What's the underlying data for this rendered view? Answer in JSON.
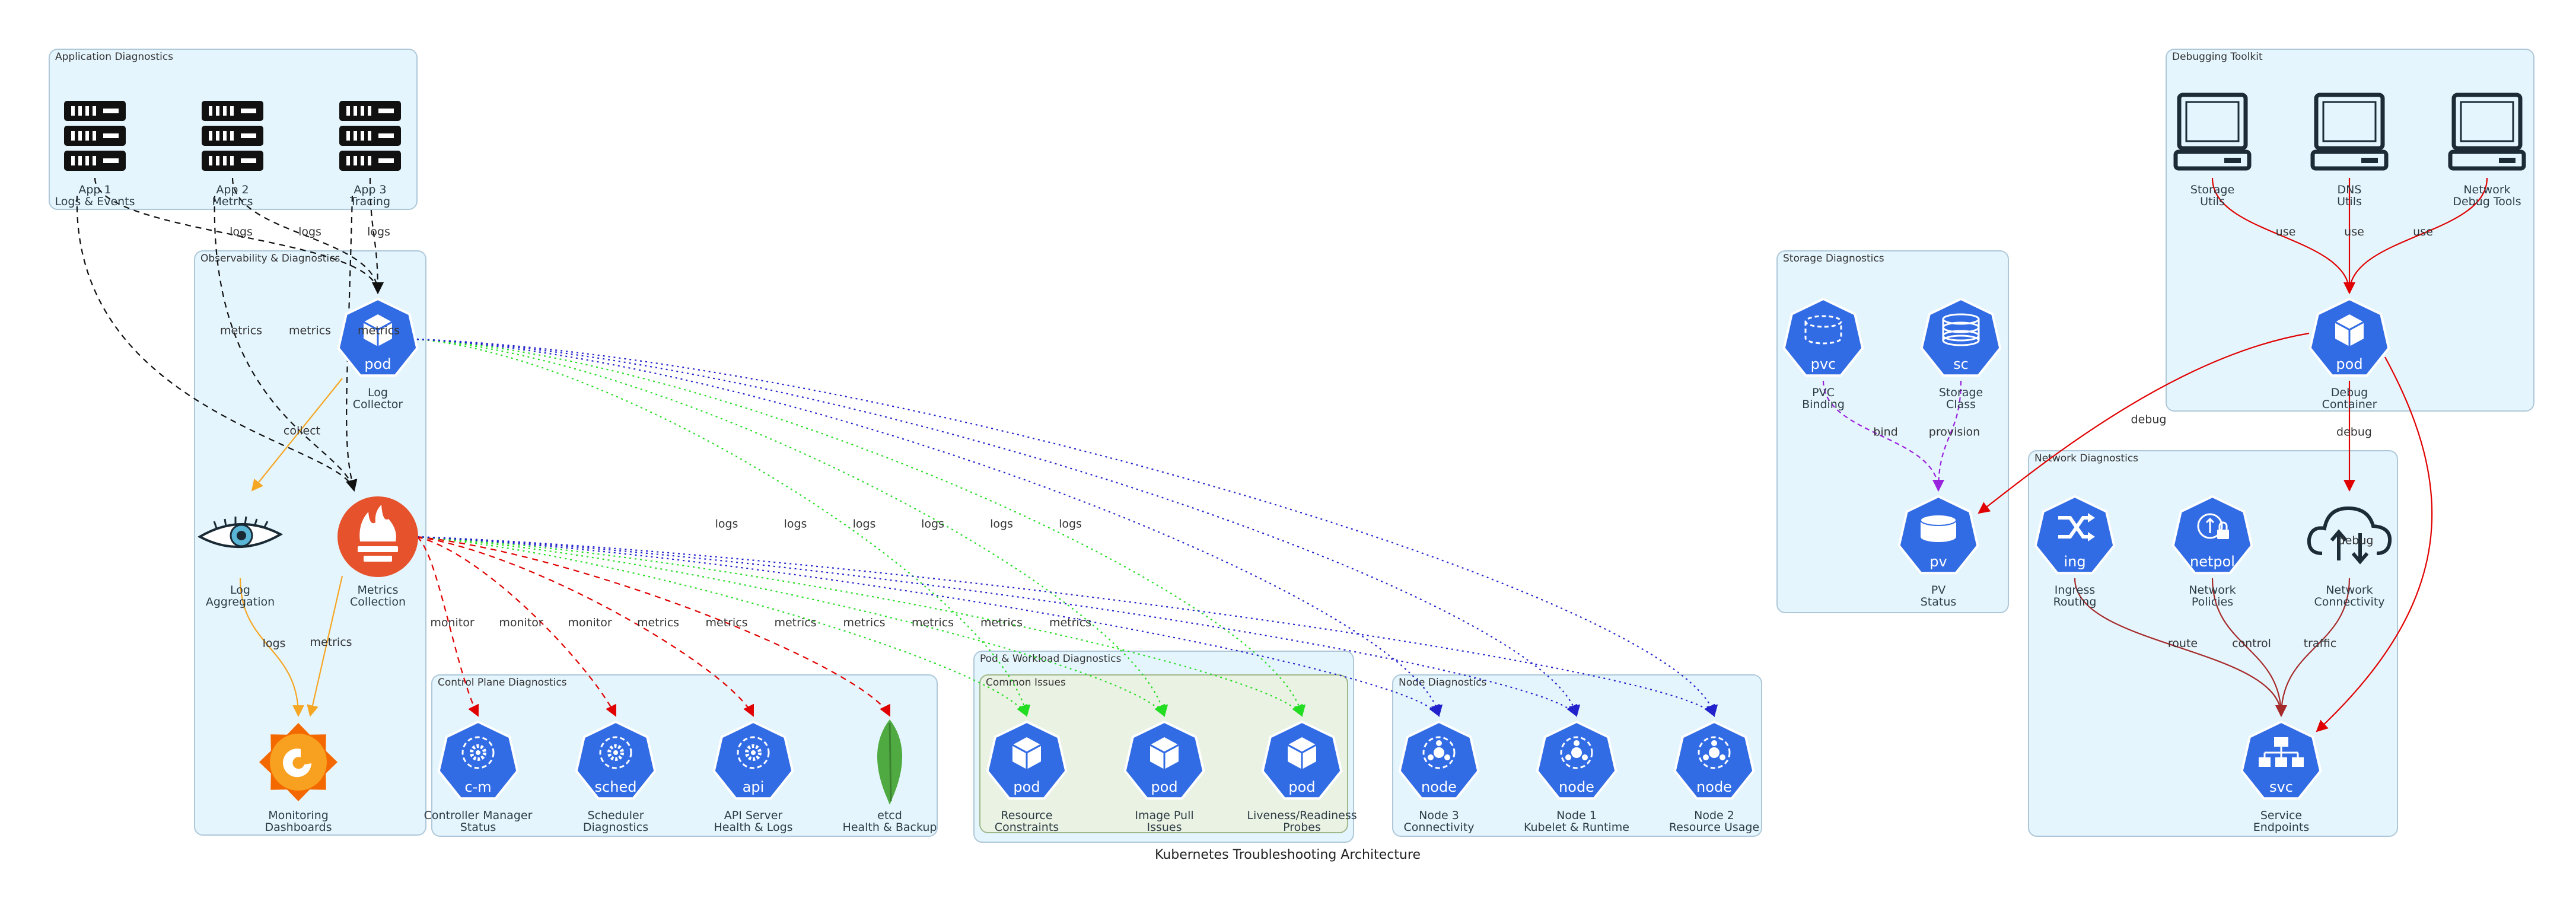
{
  "title": "Kubernetes Troubleshooting Architecture",
  "colors": {
    "k8s_blue": "#326ce5",
    "cluster_fill": "#e5f5fd",
    "cluster_stroke": "#aec8d9",
    "common_fill": "#eaf2e3",
    "common_stroke": "#9fb88c",
    "red": "#e00000",
    "green": "#22dd22",
    "blue": "#2222cc",
    "orange": "#f5a623",
    "purple": "#9922dd",
    "black": "#111111",
    "prometheus": "#e6522c",
    "grafana": "#f46800",
    "mongo": "#4faa41",
    "dark_icon": "#1c2b36"
  },
  "clusters": [
    {
      "id": "app",
      "title": "Application Diagnostics"
    },
    {
      "id": "obs",
      "title": "Observability & Diagnostics"
    },
    {
      "id": "cp",
      "title": "Control Plane Diagnostics"
    },
    {
      "id": "pod",
      "title": "Pod & Workload Diagnostics"
    },
    {
      "id": "common",
      "title": "Common Issues"
    },
    {
      "id": "nodes",
      "title": "Node Diagnostics"
    },
    {
      "id": "storage",
      "title": "Storage Diagnostics"
    },
    {
      "id": "debug",
      "title": "Debugging Toolkit"
    },
    {
      "id": "net",
      "title": "Network Diagnostics"
    }
  ],
  "nodes": [
    {
      "id": "app1",
      "icon": "server-rack-icon",
      "lines": [
        "App 1",
        "Logs & Events"
      ]
    },
    {
      "id": "app2",
      "icon": "server-rack-icon",
      "lines": [
        "App 2",
        "Metrics"
      ]
    },
    {
      "id": "app3",
      "icon": "server-rack-icon",
      "lines": [
        "App 3",
        "Tracing"
      ]
    },
    {
      "id": "logcollector",
      "icon": "pod-icon",
      "chip": "pod",
      "lines": [
        "Log",
        "Collector"
      ]
    },
    {
      "id": "logagg",
      "icon": "eye-icon",
      "lines": [
        "Log",
        "Aggregation"
      ]
    },
    {
      "id": "metrics",
      "icon": "prometheus-icon",
      "lines": [
        "Metrics",
        "Collection"
      ]
    },
    {
      "id": "dash",
      "icon": "grafana-icon",
      "lines": [
        "Monitoring",
        "Dashboards"
      ]
    },
    {
      "id": "cm",
      "icon": "control-manager-icon",
      "chip": "c-m",
      "lines": [
        "Controller Manager",
        "Status"
      ]
    },
    {
      "id": "sched",
      "icon": "scheduler-icon",
      "chip": "sched",
      "lines": [
        "Scheduler",
        "Diagnostics"
      ]
    },
    {
      "id": "api",
      "icon": "api-server-icon",
      "chip": "api",
      "lines": [
        "API Server",
        "Health & Logs"
      ]
    },
    {
      "id": "etcd",
      "icon": "etcd-leaf-icon",
      "lines": [
        "etcd",
        "Health & Backup"
      ]
    },
    {
      "id": "podres",
      "icon": "pod-icon",
      "chip": "pod",
      "lines": [
        "Resource",
        "Constraints"
      ]
    },
    {
      "id": "podimg",
      "icon": "pod-icon",
      "chip": "pod",
      "lines": [
        "Image Pull",
        "Issues"
      ]
    },
    {
      "id": "podprobe",
      "icon": "pod-icon",
      "chip": "pod",
      "lines": [
        "Liveness/Readiness",
        "Probes"
      ]
    },
    {
      "id": "node3",
      "icon": "node-icon",
      "chip": "node",
      "lines": [
        "Node 3",
        "Connectivity"
      ]
    },
    {
      "id": "node1",
      "icon": "node-icon",
      "chip": "node",
      "lines": [
        "Node 1",
        "Kubelet & Runtime"
      ]
    },
    {
      "id": "node2",
      "icon": "node-icon",
      "chip": "node",
      "lines": [
        "Node 2",
        "Resource Usage"
      ]
    },
    {
      "id": "pvc",
      "icon": "pvc-icon",
      "chip": "pvc",
      "lines": [
        "PVC",
        "Binding"
      ]
    },
    {
      "id": "sc",
      "icon": "storage-class-icon",
      "chip": "sc",
      "lines": [
        "Storage",
        "Class"
      ]
    },
    {
      "id": "pv",
      "icon": "pv-icon",
      "chip": "pv",
      "lines": [
        "PV",
        "Status"
      ]
    },
    {
      "id": "stor",
      "icon": "laptop-icon",
      "lines": [
        "Storage",
        "Utils"
      ]
    },
    {
      "id": "dns",
      "icon": "laptop-icon",
      "lines": [
        "DNS",
        "Utils"
      ]
    },
    {
      "id": "netdbg",
      "icon": "laptop-icon",
      "lines": [
        "Network",
        "Debug Tools"
      ]
    },
    {
      "id": "debugc",
      "icon": "pod-icon",
      "chip": "pod",
      "lines": [
        "Debug",
        "Container"
      ]
    },
    {
      "id": "ing",
      "icon": "ingress-icon",
      "chip": "ing",
      "lines": [
        "Ingress",
        "Routing"
      ]
    },
    {
      "id": "netpol",
      "icon": "netpol-icon",
      "chip": "netpol",
      "lines": [
        "Network",
        "Policies"
      ]
    },
    {
      "id": "netconn",
      "icon": "cloud-icon",
      "lines": [
        "Network",
        "Connectivity"
      ]
    },
    {
      "id": "svc",
      "icon": "service-icon",
      "chip": "svc",
      "lines": [
        "Service",
        "Endpoints"
      ]
    }
  ],
  "edges": [
    {
      "from": "app1",
      "to": "logcollector",
      "label": "logs",
      "color": "black"
    },
    {
      "from": "app2",
      "to": "logcollector",
      "label": "logs",
      "color": "black"
    },
    {
      "from": "app3",
      "to": "logcollector",
      "label": "logs",
      "color": "black"
    },
    {
      "from": "app1",
      "to": "metrics",
      "label": "metrics",
      "color": "black"
    },
    {
      "from": "app2",
      "to": "metrics",
      "label": "metrics",
      "color": "black"
    },
    {
      "from": "app3",
      "to": "metrics",
      "label": "metrics",
      "color": "black"
    },
    {
      "from": "logcollector",
      "to": "logagg",
      "label": "collect",
      "color": "orange"
    },
    {
      "from": "logagg",
      "to": "dash",
      "label": "logs",
      "color": "orange"
    },
    {
      "from": "metrics",
      "to": "dash",
      "label": "metrics",
      "color": "orange"
    },
    {
      "from": "logcollector",
      "to": "podres",
      "label": "logs",
      "color": "green"
    },
    {
      "from": "logcollector",
      "to": "podimg",
      "label": "logs",
      "color": "green"
    },
    {
      "from": "logcollector",
      "to": "podprobe",
      "label": "logs",
      "color": "green"
    },
    {
      "from": "logcollector",
      "to": "node3",
      "label": "logs",
      "color": "blue"
    },
    {
      "from": "logcollector",
      "to": "node1",
      "label": "logs",
      "color": "blue"
    },
    {
      "from": "logcollector",
      "to": "node2",
      "label": "logs",
      "color": "blue"
    },
    {
      "from": "metrics",
      "to": "cm",
      "label": "monitor",
      "color": "red"
    },
    {
      "from": "metrics",
      "to": "sched",
      "label": "monitor",
      "color": "red"
    },
    {
      "from": "metrics",
      "to": "api",
      "label": "monitor",
      "color": "red"
    },
    {
      "from": "metrics",
      "to": "etcd",
      "label": "metrics",
      "color": "red"
    },
    {
      "from": "metrics",
      "to": "podres",
      "label": "metrics",
      "color": "green"
    },
    {
      "from": "metrics",
      "to": "podimg",
      "label": "metrics",
      "color": "green"
    },
    {
      "from": "metrics",
      "to": "podprobe",
      "label": "metrics",
      "color": "green"
    },
    {
      "from": "metrics",
      "to": "node3",
      "label": "metrics",
      "color": "blue"
    },
    {
      "from": "metrics",
      "to": "node1",
      "label": "metrics",
      "color": "blue"
    },
    {
      "from": "metrics",
      "to": "node2",
      "label": "metrics",
      "color": "blue"
    },
    {
      "from": "pvc",
      "to": "pv",
      "label": "bind",
      "color": "purple"
    },
    {
      "from": "sc",
      "to": "pv",
      "label": "provision",
      "color": "purple"
    },
    {
      "from": "stor",
      "to": "debugc",
      "label": "use",
      "color": "red"
    },
    {
      "from": "dns",
      "to": "debugc",
      "label": "use",
      "color": "red"
    },
    {
      "from": "netdbg",
      "to": "debugc",
      "label": "use",
      "color": "red"
    },
    {
      "from": "debugc",
      "to": "pv",
      "label": "debug",
      "color": "red"
    },
    {
      "from": "debugc",
      "to": "netconn",
      "label": "debug",
      "color": "red"
    },
    {
      "from": "debugc",
      "to": "svc",
      "label": "debug",
      "color": "red"
    },
    {
      "from": "ing",
      "to": "svc",
      "label": "route",
      "color": "darkred"
    },
    {
      "from": "netpol",
      "to": "svc",
      "label": "control",
      "color": "darkred"
    },
    {
      "from": "netconn",
      "to": "svc",
      "label": "traffic",
      "color": "darkred"
    }
  ]
}
